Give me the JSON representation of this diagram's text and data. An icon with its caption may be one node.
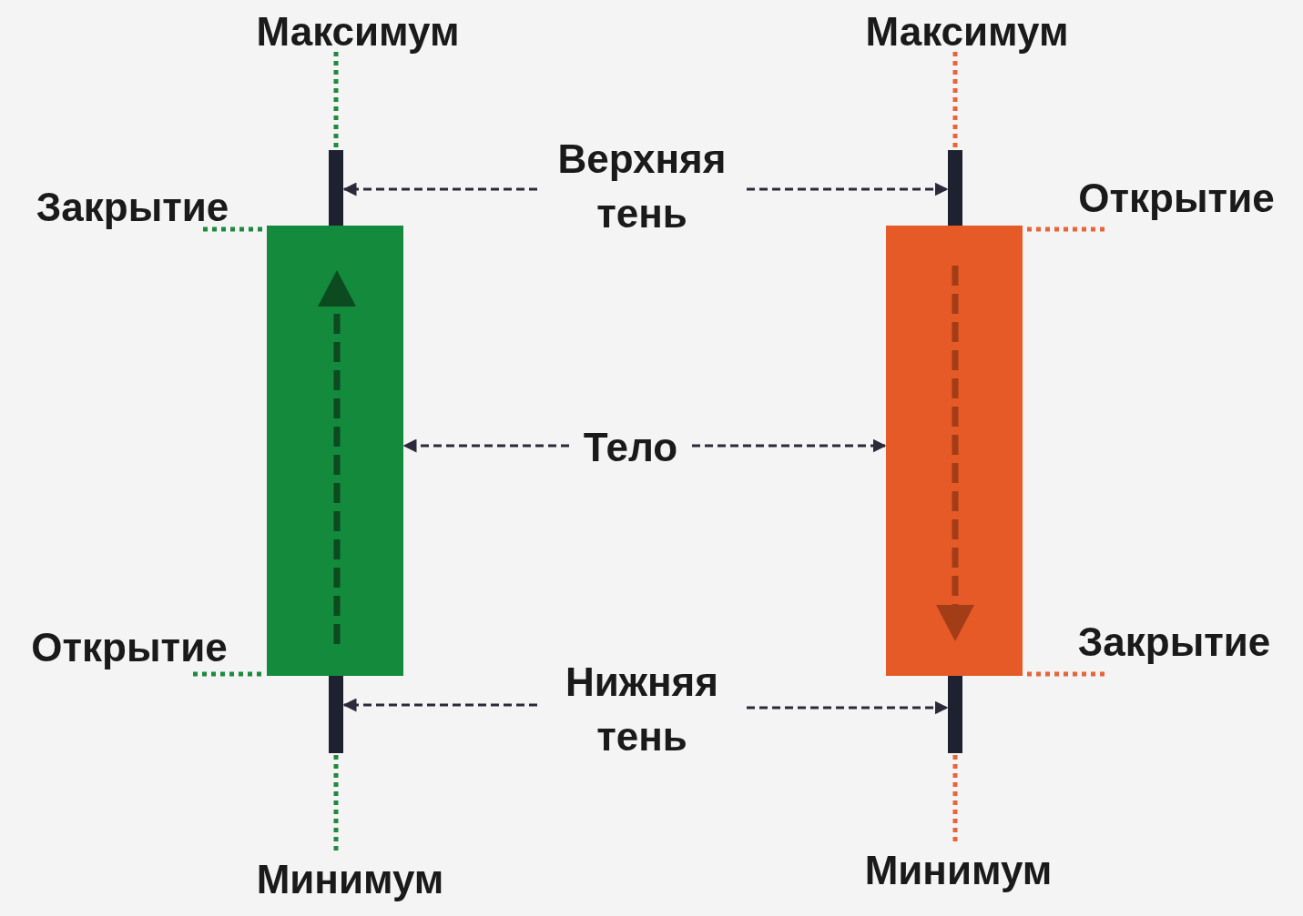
{
  "diagram": {
    "nodes": [
      {
        "text": [
          "Максимум"
        ]
      },
      {
        "text": [
          "Максимум"
        ]
      },
      {
        "text": [
          "Верхняя тень"
        ]
      },
      {
        "text": [
          "Закрытие"
        ]
      },
      {
        "text": [
          "Открытие"
        ]
      },
      {
        "text": [
          "Тело"
        ]
      },
      {
        "text": [
          "Открытие"
        ]
      },
      {
        "text": [
          "Закрытие"
        ]
      },
      {
        "text": [
          "Нижняя тень"
        ]
      },
      {
        "text": [
          "Минимум"
        ]
      },
      {
        "text": [
          "Минимум"
        ]
      },
      {
        "text": [],
        "shape": "bar"
      },
      {
        "text": [],
        "shape": "box"
      },
      {
        "text": [],
        "shape": "bar"
      },
      {
        "text": [],
        "shape": "bar"
      },
      {
        "text": [],
        "shape": "box"
      },
      {
        "text": [],
        "shape": "bar"
      }
    ],
    "edges": [
      {
        "from": 2,
        "to": 11,
        "arrow": "to",
        "style": "dashed"
      },
      {
        "from": 2,
        "to": 14,
        "arrow": "to",
        "style": "dashed"
      },
      {
        "from": 5,
        "to": 12,
        "arrow": "to",
        "style": "dashed"
      },
      {
        "from": 5,
        "to": 15,
        "arrow": "to",
        "style": "dashed"
      },
      {
        "from": 8,
        "to": 13,
        "arrow": "to",
        "style": "dashed"
      },
      {
        "from": 8,
        "to": 16,
        "arrow": "to",
        "style": "dashed"
      },
      {
        "from": 0,
        "to": 11,
        "arrow": "none",
        "style": "dashed",
        "color": "#1e8a3e"
      },
      {
        "from": 1,
        "to": 14,
        "arrow": "none",
        "style": "dashed",
        "color": "#e8643a"
      },
      {
        "from": 3,
        "to": 12,
        "arrow": "none",
        "style": "dashed",
        "color": "#1e8a3e"
      },
      {
        "from": 4,
        "to": 15,
        "arrow": "none",
        "style": "dashed",
        "color": "#e8643a"
      },
      {
        "from": 6,
        "to": 12,
        "arrow": "none",
        "style": "dashed",
        "color": "#1e8a3e"
      },
      {
        "from": 7,
        "to": 15,
        "arrow": "none",
        "style": "dashed",
        "color": "#e8643a"
      },
      {
        "from": 9,
        "to": 13,
        "arrow": "none",
        "style": "dashed",
        "color": "#1e8a3e"
      },
      {
        "from": 10,
        "to": 16,
        "arrow": "none",
        "style": "dashed",
        "color": "#e8643a"
      }
    ]
  }
}
